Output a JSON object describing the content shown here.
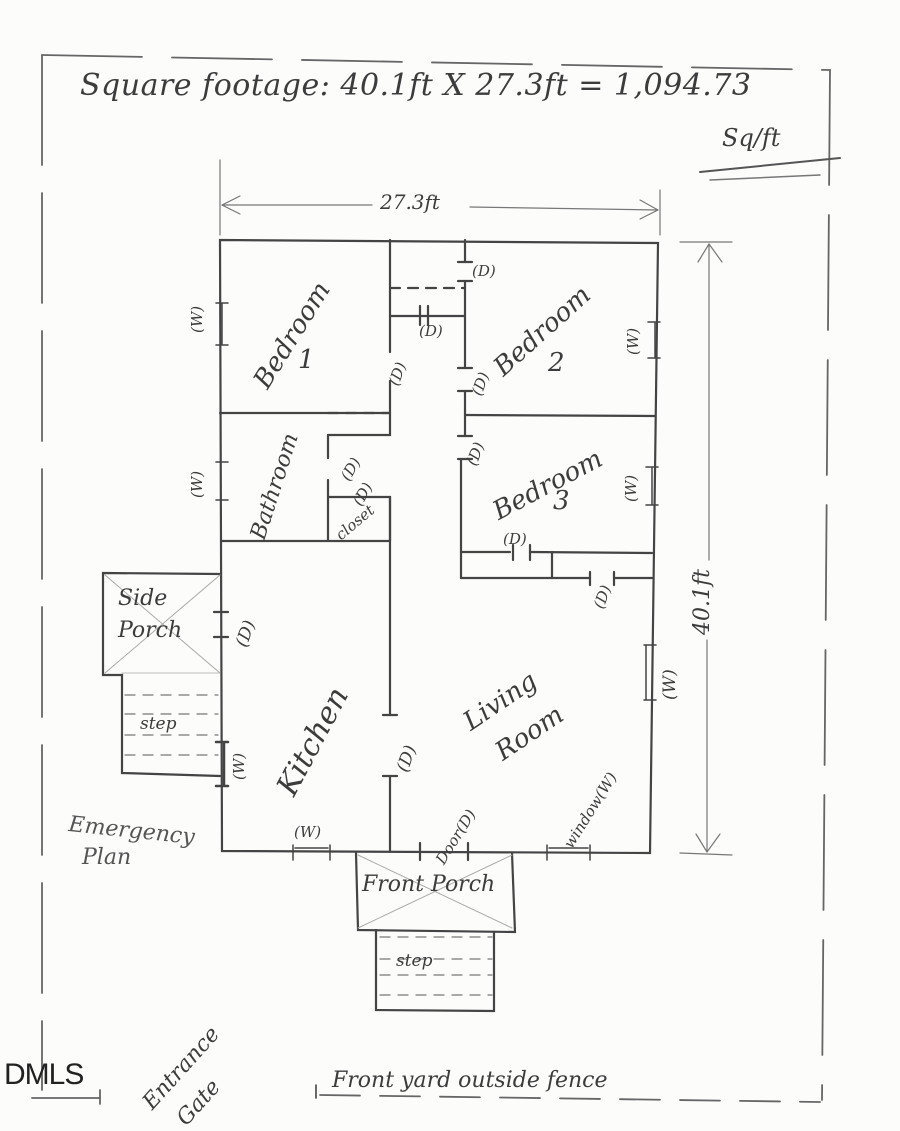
{
  "header": {
    "title": "Square footage: 40.1ft X 27.3ft = 1,094.73",
    "unit": "Sq/ft"
  },
  "dimensions": {
    "width": "27.3ft",
    "length": "40.1ft"
  },
  "rooms": {
    "bedroom1": {
      "name": "Bedroom",
      "number": "1"
    },
    "bedroom2": {
      "name": "Bedroom",
      "number": "2"
    },
    "bedroom3": {
      "name": "Bedroom",
      "number": "3"
    },
    "bathroom": "Bathroom",
    "closet": "closet",
    "kitchen": "Kitchen",
    "living_room_line1": "Living",
    "living_room_line2": "Room",
    "side_porch_line1": "Side",
    "side_porch_line2": "Porch",
    "front_porch": "Front Porch"
  },
  "symbols": {
    "window": "(W)",
    "door": "(D)",
    "front_door": "Door(D)",
    "front_window": "window(W)",
    "step": "step"
  },
  "annotations": {
    "emergency_line1": "Emergency",
    "emergency_line2": "Plan",
    "entrance_line1": "Entrance",
    "entrance_line2": "Gate",
    "front_yard": "Front yard outside fence"
  },
  "watermark": "DMLS",
  "colors": {
    "ink": "#3a3a3a",
    "pencil": "#8a8a8a",
    "paper": "#fcfcfb"
  }
}
